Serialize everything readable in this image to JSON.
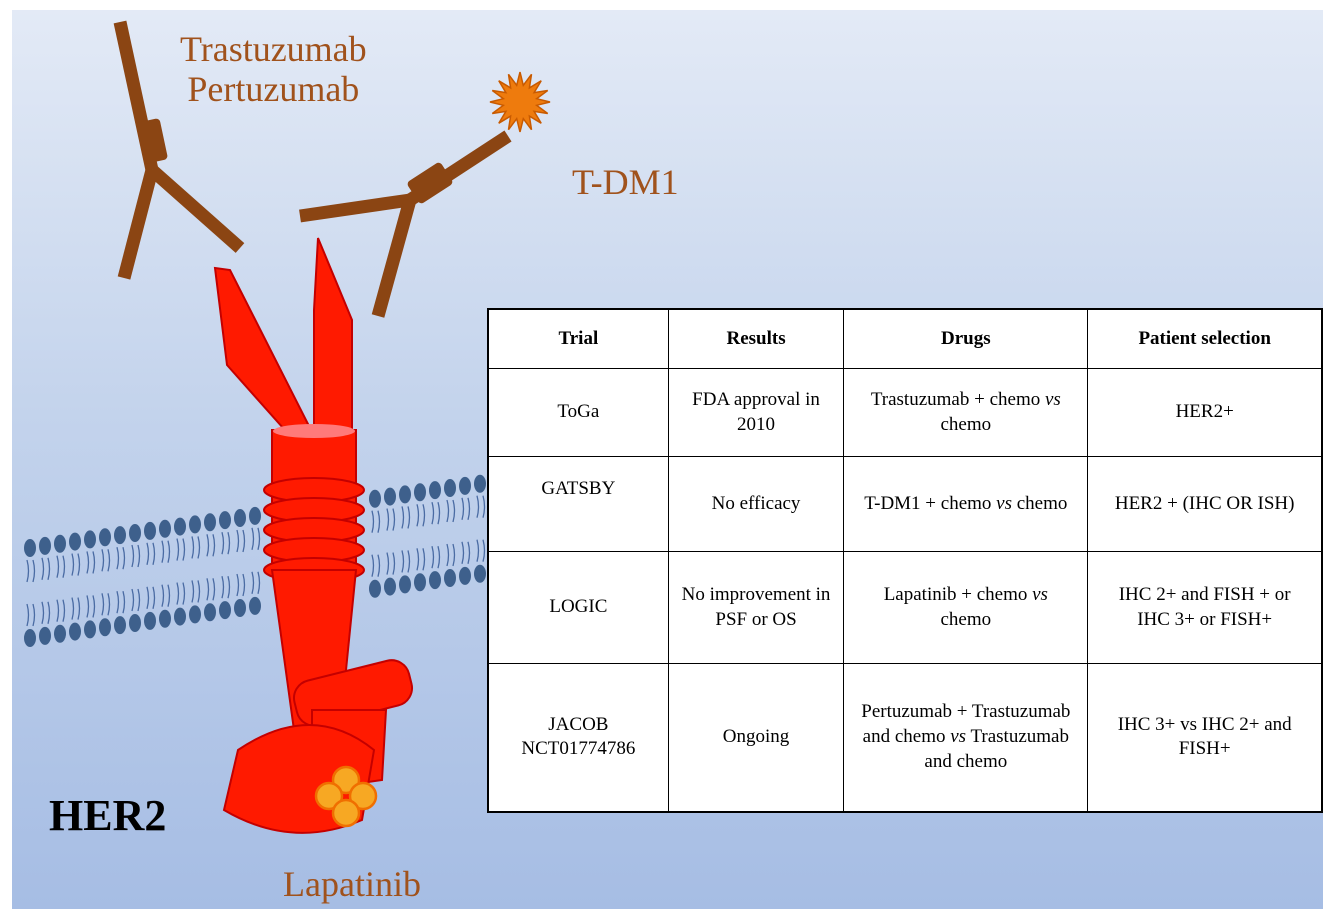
{
  "labels": {
    "trastuzumab": "Trastuzumab",
    "pertuzumab": "Pertuzumab",
    "tdm1": "T-DM1",
    "lapatinib": "Lapatinib",
    "her2": "HER2"
  },
  "colors": {
    "antibody": "#8b4513",
    "label_brown": "#a0521c",
    "receptor": "#ff1a00",
    "receptor_edge": "#c40000",
    "toxin": "#ee7b0d",
    "lapatinib": "#f7a823",
    "lipid_head": "#3e608c",
    "lipid_tail": "#4a6ba3"
  },
  "table": {
    "headers": [
      "Trial",
      "Results",
      "Drugs",
      "Patient selection"
    ],
    "rows": [
      {
        "trial": "ToGa",
        "results": "FDA approval in 2010",
        "drugs_pre": "Trastuzumab + chemo ",
        "drugs_vs": "vs",
        "drugs_post": " chemo",
        "patients": "HER2+"
      },
      {
        "trial": "GATSBY",
        "results": "No efficacy",
        "drugs_pre": "T-DM1 + chemo ",
        "drugs_vs": "vs",
        "drugs_post": " chemo",
        "patients": "HER2 + (IHC OR ISH)"
      },
      {
        "trial": "LOGIC",
        "results": "No improvement in PSF or OS",
        "drugs_pre": "Lapatinib + chemo ",
        "drugs_vs": "vs",
        "drugs_post": " chemo",
        "patients": "IHC 2+ and FISH + or IHC 3+ or FISH+"
      },
      {
        "trial": "JACOB NCT01774786",
        "results": "Ongoing",
        "drugs_pre": "Pertuzumab + Trastuzumab and chemo ",
        "drugs_vs": "vs",
        "drugs_post": " Trastuzumab and chemo",
        "patients": "IHC 3+ vs IHC 2+ and FISH+"
      }
    ]
  }
}
